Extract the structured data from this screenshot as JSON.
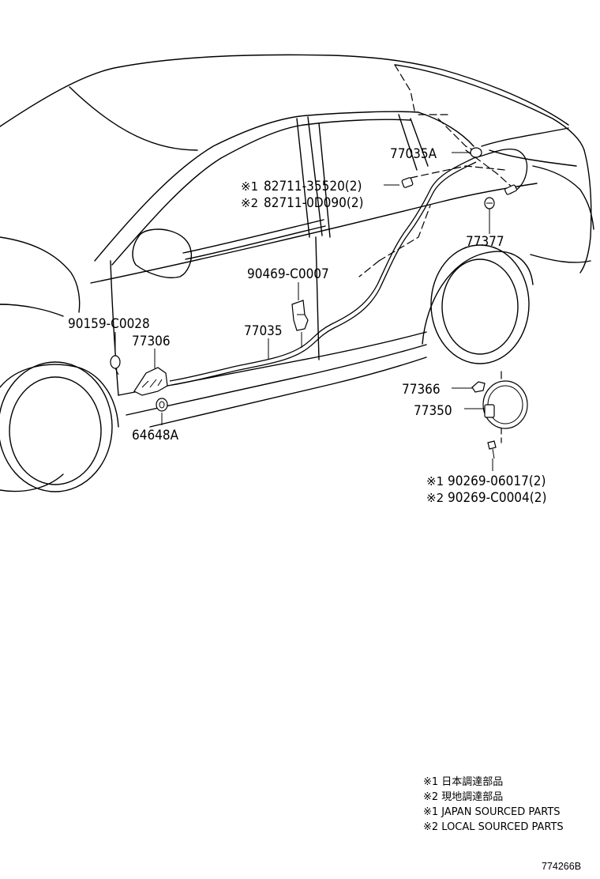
{
  "labels": {
    "p77035A": "77035A",
    "p82711_35520": "82711-35520(2)",
    "p82711_0D090": "82711-0D090(2)",
    "p77377": "77377",
    "p90469": "90469-C0007",
    "p90159": "90159-C0028",
    "p77306": "77306",
    "p77035": "77035",
    "p77366": "77366",
    "p77350": "77350",
    "p64648A": "64648A",
    "p90269_06017": "90269-06017(2)",
    "p90269_C0004": "90269-C0004(2)"
  },
  "marks": {
    "m1": "※1",
    "m2": "※2"
  },
  "legend": [
    "※1 日本調達部品",
    "※2 現地調達部品",
    "※1 JAPAN SOURCED PARTS",
    "※2 LOCAL SOURCED PARTS"
  ],
  "diagram_code": "774266B"
}
